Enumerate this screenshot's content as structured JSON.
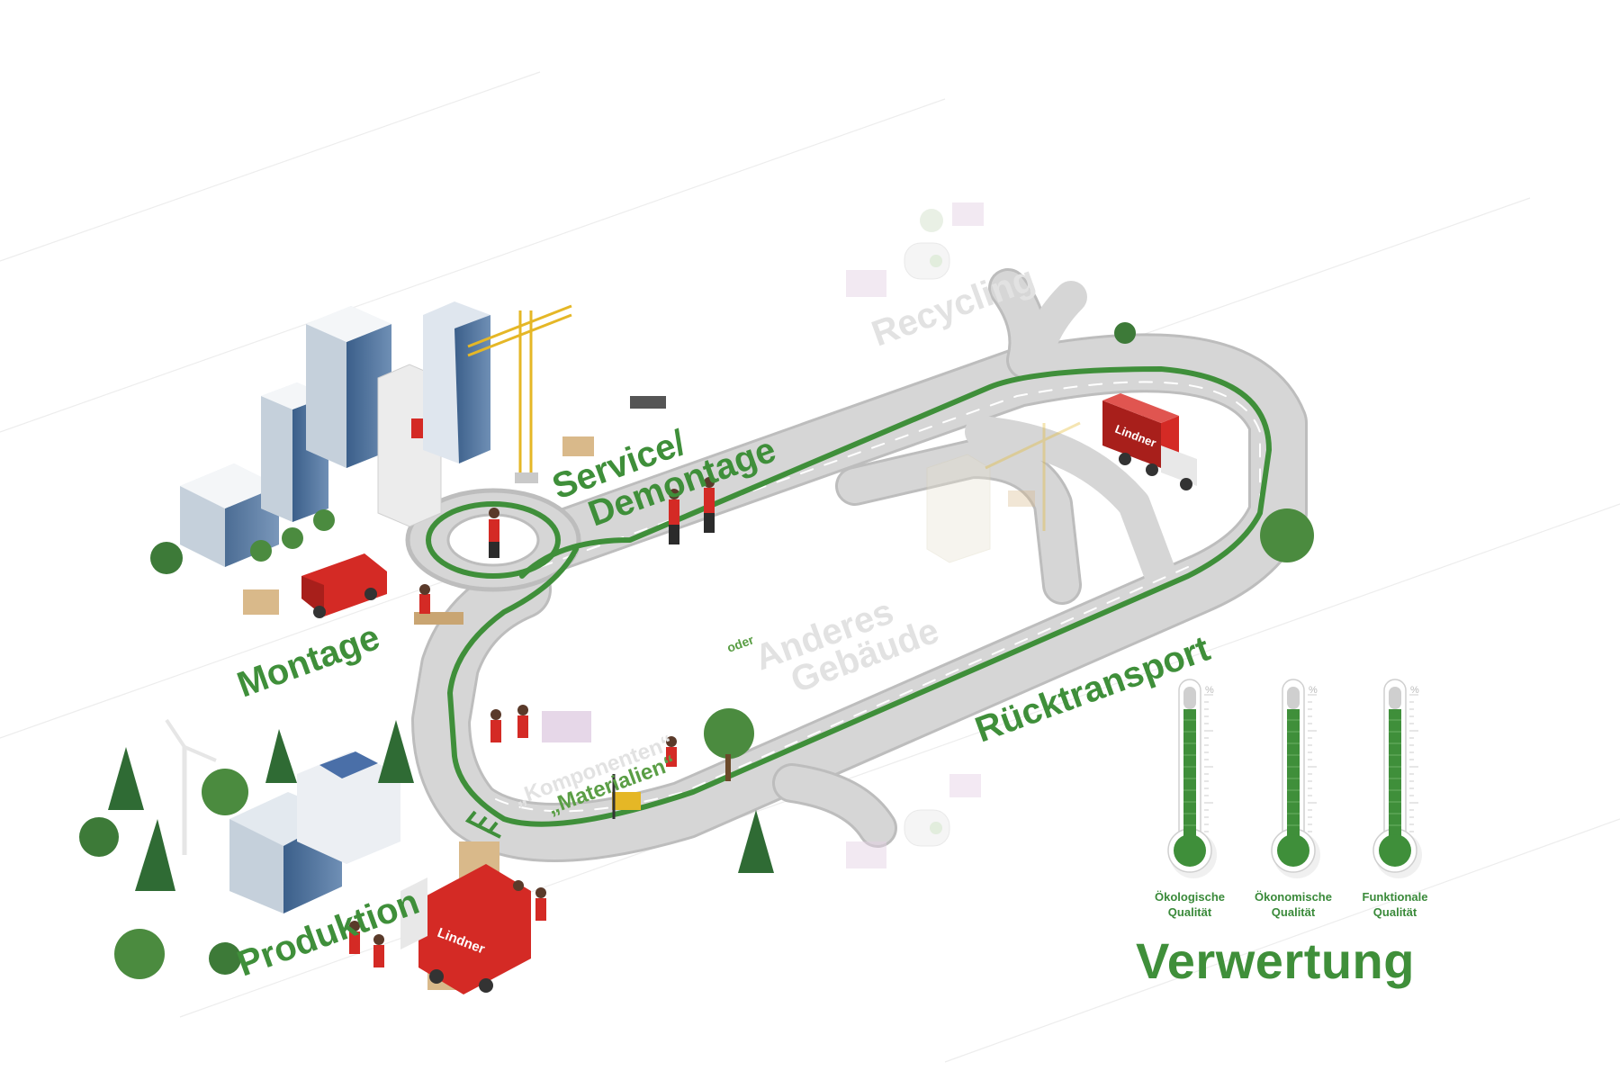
{
  "title": "Verwertung",
  "brand": "Lindner",
  "stages": {
    "produktion": "Produktion",
    "montage": "Montage",
    "service_line1": "Service/",
    "service_line2": "Demontage",
    "ruecktransport": "Rücktransport",
    "recycling": "Recycling",
    "anderes_line1": "Anderes",
    "anderes_line2": "Gebäude",
    "oder": "oder",
    "komponenten": "„Komponenten“",
    "materialien": "„Materialien“"
  },
  "gauges": [
    {
      "line1": "Ökologische",
      "line2": "Qualität",
      "unit": "%"
    },
    {
      "line1": "Ökonomische",
      "line2": "Qualität",
      "unit": "%"
    },
    {
      "line1": "Funktionale",
      "line2": "Qualität",
      "unit": "%"
    }
  ],
  "colors": {
    "green": "#3f8f3a",
    "light_green_text": "#5a9e45",
    "road": "#d4d4d4",
    "road_edge": "#bdbdbd",
    "faded_text": "#e2e2e2",
    "lindner_red": "#d42a25"
  }
}
